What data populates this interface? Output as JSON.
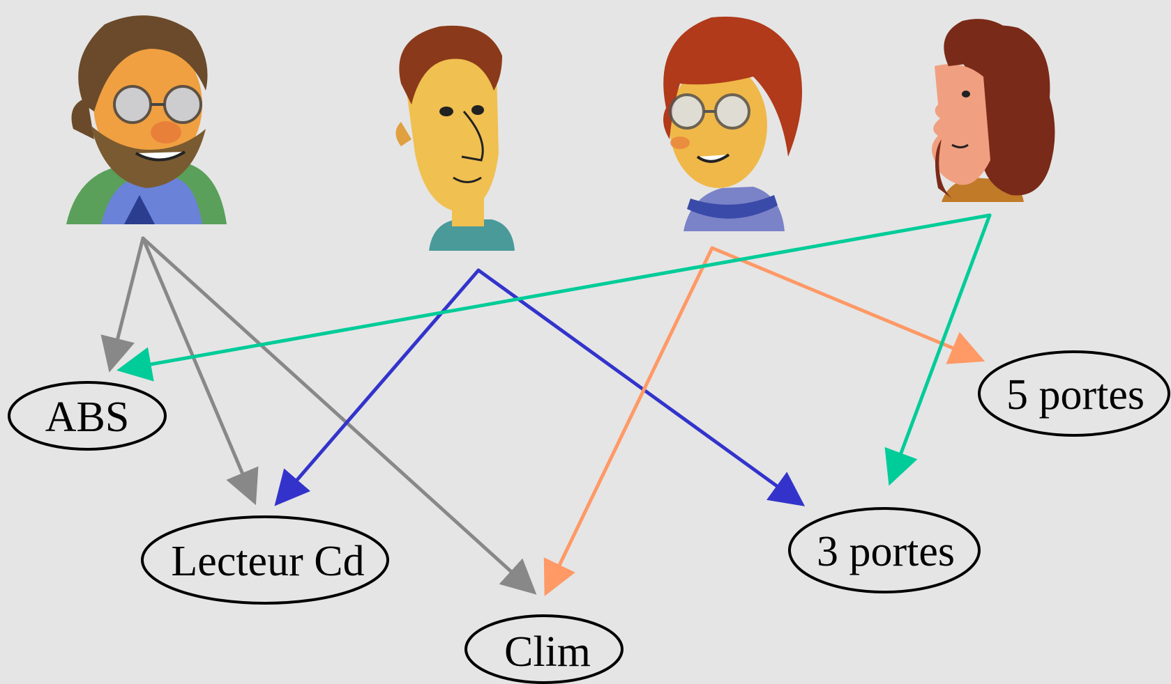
{
  "diagram": {
    "background": "#e5e5e5",
    "people": [
      {
        "id": "man-beard",
        "icon": "bearded-man-with-glasses-portrait"
      },
      {
        "id": "man-young",
        "icon": "young-man-portrait"
      },
      {
        "id": "woman-glasses",
        "icon": "woman-with-glasses-portrait"
      },
      {
        "id": "woman-profile",
        "icon": "woman-profile-portrait"
      }
    ],
    "features": [
      {
        "id": "abs",
        "label": "ABS"
      },
      {
        "id": "lecteur-cd",
        "label": "Lecteur Cd"
      },
      {
        "id": "clim",
        "label": "Clim"
      },
      {
        "id": "trois-portes",
        "label": "3 portes"
      },
      {
        "id": "cinq-portes",
        "label": "5 portes"
      }
    ],
    "edges": [
      {
        "from": "man-beard",
        "to": "abs",
        "color": "#888888"
      },
      {
        "from": "man-beard",
        "to": "lecteur-cd",
        "color": "#888888"
      },
      {
        "from": "man-beard",
        "to": "clim",
        "color": "#888888"
      },
      {
        "from": "man-young",
        "to": "lecteur-cd",
        "color": "#3333cc"
      },
      {
        "from": "man-young",
        "to": "trois-portes",
        "color": "#3333cc"
      },
      {
        "from": "woman-glasses",
        "to": "clim",
        "color": "#ff9966"
      },
      {
        "from": "woman-glasses",
        "to": "cinq-portes",
        "color": "#ff9966"
      },
      {
        "from": "woman-profile",
        "to": "abs",
        "color": "#00cc99"
      },
      {
        "from": "woman-profile",
        "to": "trois-portes",
        "color": "#00cc99"
      }
    ]
  }
}
